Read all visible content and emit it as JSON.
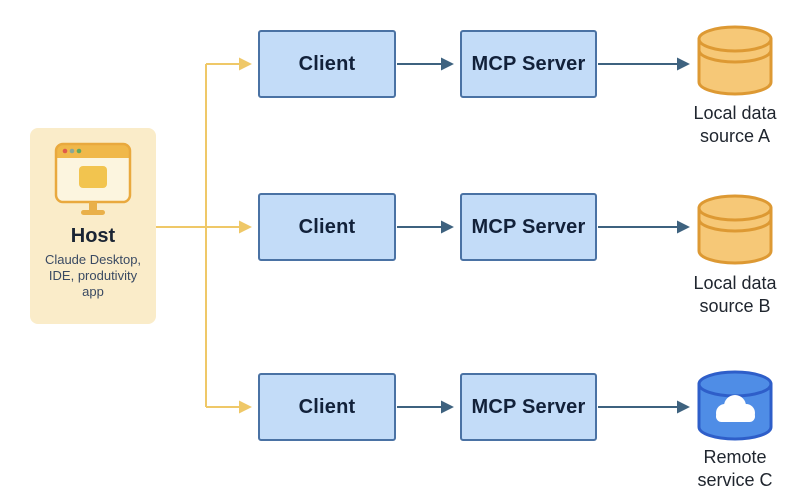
{
  "diagram": {
    "host": {
      "label": "Host",
      "description": "Claude Desktop, IDE, produtivity app"
    },
    "rows": [
      {
        "client_label": "Client",
        "server_label": "MCP Server",
        "target_icon": "database-icon",
        "target_label_line1": "Local data",
        "target_label_line2": "source A"
      },
      {
        "client_label": "Client",
        "server_label": "MCP Server",
        "target_icon": "database-icon",
        "target_label_line1": "Local data",
        "target_label_line2": "source B"
      },
      {
        "client_label": "Client",
        "server_label": "MCP Server",
        "target_icon": "cloud-database-icon",
        "target_label_line1": "Remote",
        "target_label_line2": "service C"
      }
    ],
    "colors": {
      "node_fill": "#C3DCF8",
      "node_border": "#4A72A4",
      "node_text": "#12213A",
      "host_fill": "#FAECC9",
      "host_arrow": "#EFC868",
      "connector_arrow": "#3E627F",
      "database_fill": "#F6C877",
      "database_border": "#DD9933",
      "cloud_database_fill": "#4F8DE6",
      "cloud_database_border": "#2E5EC9"
    }
  }
}
